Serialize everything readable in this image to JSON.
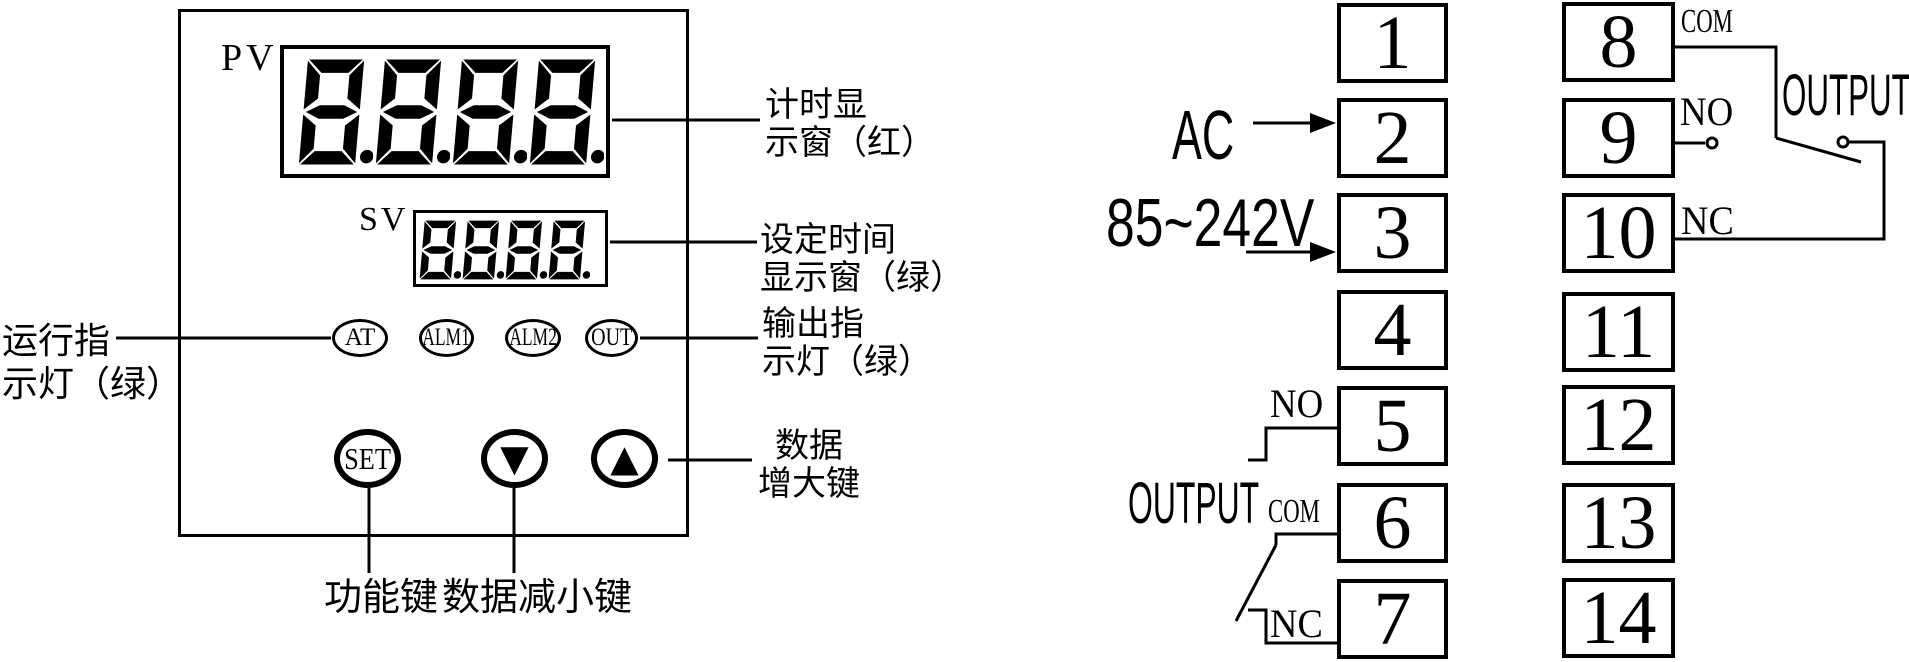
{
  "panel": {
    "pv_label": "PV",
    "pv_value": "8.8.8.8.",
    "sv_label": "SV",
    "sv_value": "8.8.8.8.",
    "indicators": [
      {
        "label": "AT"
      },
      {
        "label": "ALM1"
      },
      {
        "label": "ALM2"
      },
      {
        "label": "OUT"
      }
    ],
    "buttons": {
      "set": "SET",
      "down": "▼",
      "up": "▲"
    }
  },
  "callouts": {
    "run_lamp": [
      "运行指",
      "示灯（绿）"
    ],
    "timer_window": [
      "计时显",
      "示窗（红）"
    ],
    "set_time_window": [
      "设定时间",
      "显示窗（绿）"
    ],
    "output_lamp": [
      "输出指",
      "示灯（绿）"
    ],
    "increase_key": [
      "数据",
      "增大键"
    ],
    "function_key": "功能键",
    "decrease_key": "数据减小键"
  },
  "wiring": {
    "power_label_line1": "AC",
    "power_label_line2": "85~242V",
    "left_terminals": [
      "1",
      "2",
      "3",
      "4",
      "5",
      "6",
      "7"
    ],
    "right_terminals": [
      "8",
      "9",
      "10",
      "11",
      "12",
      "13",
      "14"
    ],
    "relay_left": {
      "no": "NO",
      "output": "OUTPUT",
      "com": "COM",
      "nc": "NC"
    },
    "relay_right": {
      "com": "COM",
      "output": "OUTPUT",
      "no": "NO",
      "nc": "NC"
    }
  },
  "colors": {
    "ink": "#000000",
    "paper": "#ffffff"
  }
}
